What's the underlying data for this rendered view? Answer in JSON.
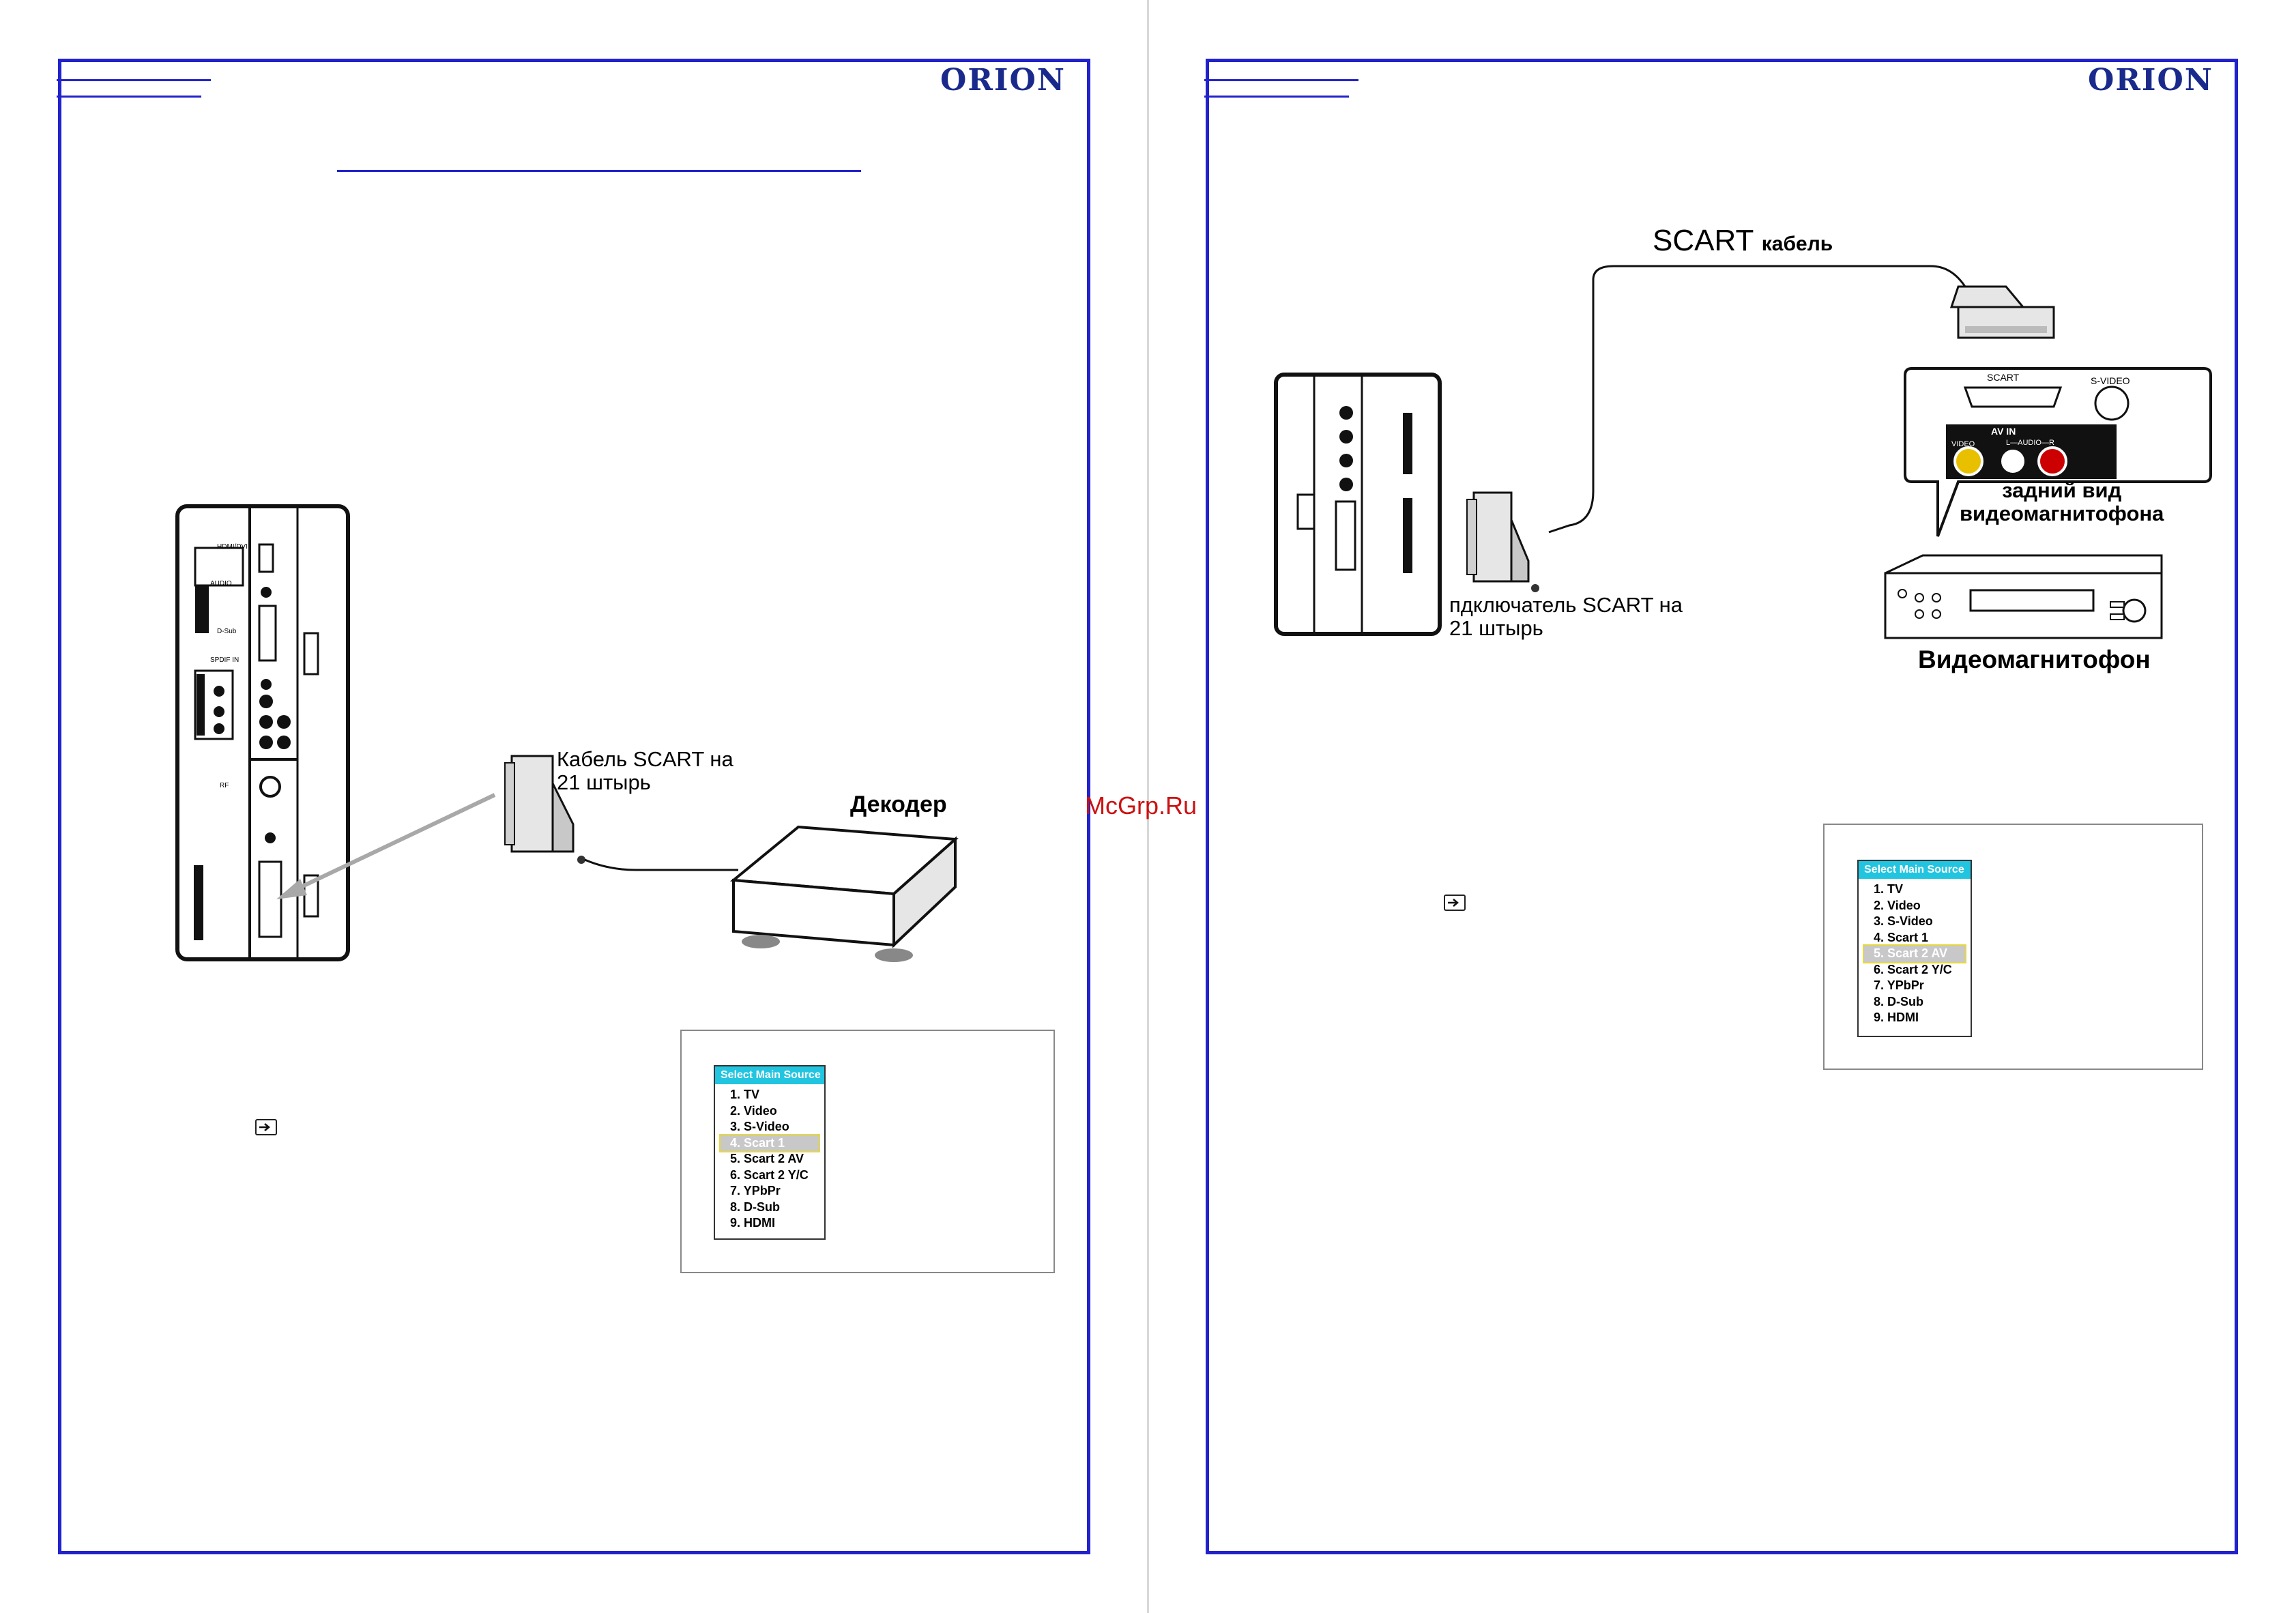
{
  "brand": "ORION",
  "watermark": "McGrp.Ru",
  "left_page": {
    "cable_label": "Кабель SCART на\n21 штырь",
    "device_label": "Декодер",
    "menu": {
      "title": "Select Main Source",
      "items": [
        "1. TV",
        "2. Video",
        "3. S-Video",
        "4. Scart 1",
        "5. Scart 2 AV",
        "6. Scart 2 Y/C",
        "7. YPbPr",
        "8. D-Sub",
        "9. HDMI"
      ],
      "selected_index": 3
    },
    "tv_panel_labels": [
      "HDMI/DVI",
      "AUDIO",
      "D-Sub",
      "SPDIF IN",
      "RF"
    ]
  },
  "right_page": {
    "cable_label_main": "SCART",
    "cable_label_sub": "кабель",
    "connector_label": "пдключатель SCART на\n21 штырь",
    "rear_view_label": "задний вид\nвидеомагнитофона",
    "device_label": "Видеомагнитофон",
    "vcr_panel": {
      "scart": "SCART",
      "svideo": "S-VIDEO",
      "av_in": "AV IN",
      "video": "VIDEO",
      "audio": "L—AUDIO—R"
    },
    "menu": {
      "title": "Select Main Source",
      "items": [
        "1. TV",
        "2. Video",
        "3. S-Video",
        "4. Scart 1",
        "5. Scart 2 AV",
        "6. Scart 2 Y/C",
        "7. YPbPr",
        "8. D-Sub",
        "9. HDMI"
      ],
      "selected_index": 4
    }
  }
}
